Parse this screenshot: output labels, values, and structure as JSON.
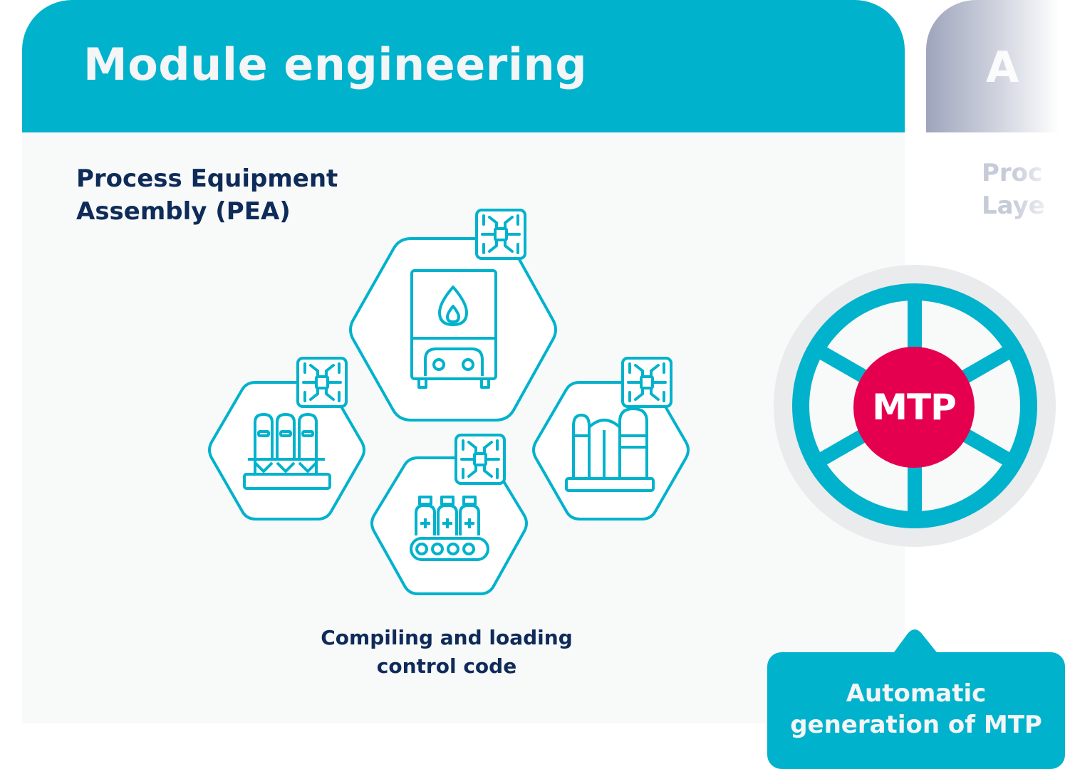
{
  "module_engineering": {
    "title": "Module engineering",
    "heading_line1": "Process Equipment",
    "heading_line2": "Assembly (PEA)",
    "caption_line1": "Compiling and loading",
    "caption_line2": "control code"
  },
  "next_panel": {
    "title_fragment": "A",
    "sub_line1": "Proc",
    "sub_line2": "Laye"
  },
  "mtp": {
    "label": "MTP"
  },
  "callout": {
    "line1": "Automatic",
    "line2": "generation of MTP"
  },
  "icons": {
    "top": "boiler-icon",
    "left": "silo-tanks-icon",
    "bottom": "bottling-conveyor-icon",
    "right": "distillation-columns-icon",
    "controller": "circuit-chip-icon"
  },
  "colors": {
    "accent": "#00b2cc",
    "navy": "#0e2b59",
    "mtp_red": "#e5004f",
    "ring_gray": "#eaebec"
  }
}
